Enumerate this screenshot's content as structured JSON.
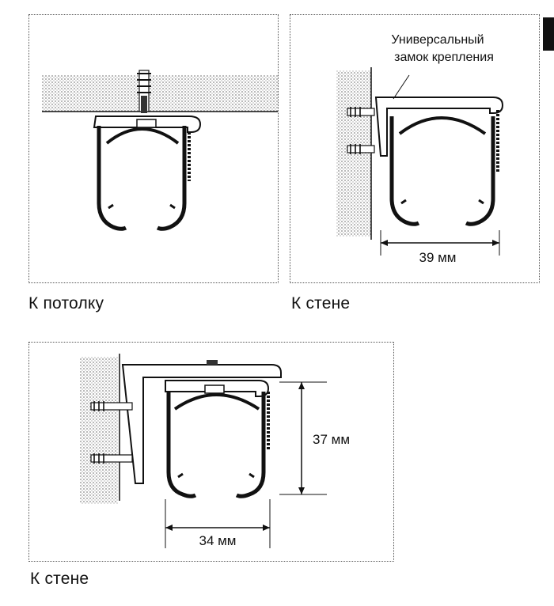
{
  "panels": {
    "ceiling": {
      "caption": "К потолку"
    },
    "wall": {
      "caption": "К стене",
      "callout_line1": "Универсальный",
      "callout_line2": "замок крепления",
      "dimension": "39 мм"
    },
    "bracket": {
      "caption": "К стене",
      "dimension_vertical": "37 мм",
      "dimension_horizontal": "34 мм"
    }
  },
  "colors": {
    "ink": "#111111",
    "hatch": "#9a9a9a",
    "profile_fill": "#ffffff"
  }
}
